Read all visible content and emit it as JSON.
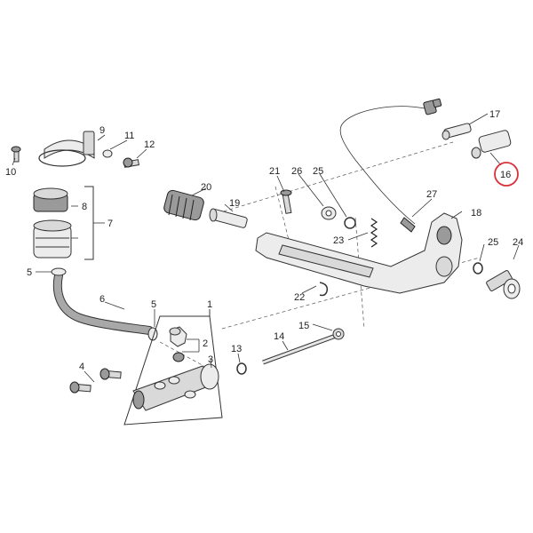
{
  "diagram": {
    "labels": {
      "p1": "1",
      "p2": "2",
      "p3": "3",
      "p4": "4",
      "p5a": "5",
      "p5b": "5",
      "p6": "6",
      "p7": "7",
      "p8": "8",
      "p9": "9",
      "p10": "10",
      "p11": "11",
      "p12": "12",
      "p13": "13",
      "p14": "14",
      "p15": "15",
      "p16": "16",
      "p17": "17",
      "p18": "18",
      "p19": "19",
      "p20": "20",
      "p21": "21",
      "p22": "22",
      "p23": "23",
      "p25a": "25",
      "p25b": "25",
      "p26": "26",
      "p27": "27"
    },
    "highlight_color": "#d9323c",
    "line_color": "#333333"
  }
}
